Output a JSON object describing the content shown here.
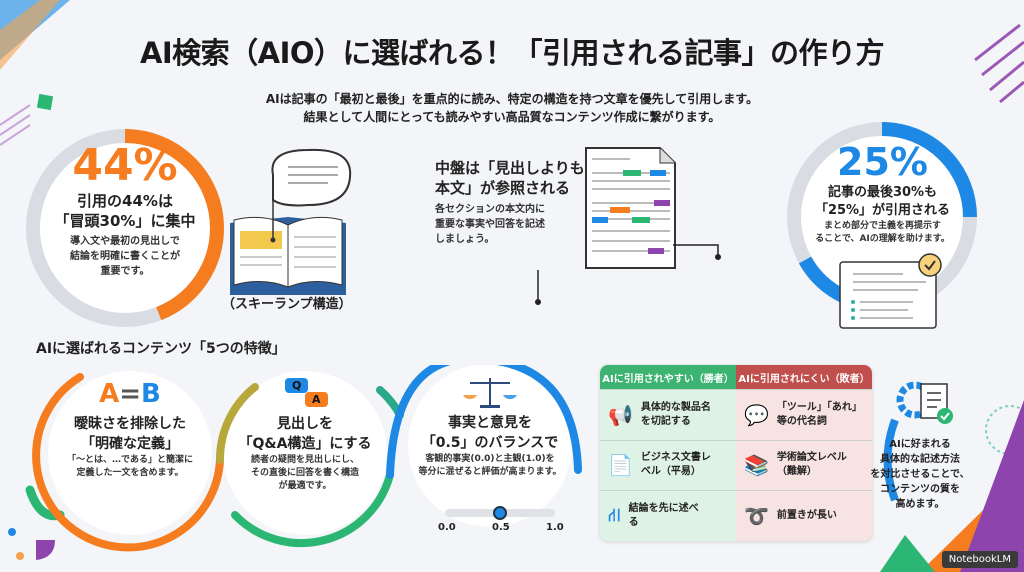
{
  "title": "AI検索（AIO）に選ばれる！「引用される記事」の作り方",
  "subtitle": [
    "AIは記事の「最初と最後」を重点的に読み、特定の構造を持つ文章を優先して引用します。",
    "結果として人間にとっても読みやすい高品質なコンテンツ作成に繋がります。"
  ],
  "left_stat": {
    "value": "44%",
    "percent": 44,
    "heading": [
      "引用の44%は",
      "「冒頭30%」に集中"
    ],
    "body": [
      "導入文や最初の見出しで",
      "結論を明確に書くことが",
      "重要です。"
    ],
    "color": "#f57c1f",
    "icon_label": "（スキーランプ構造）"
  },
  "middle": {
    "heading": [
      "中盤は「見出しよりも",
      "本文」が参照される"
    ],
    "body": [
      "各セクションの本文内に",
      "重要な事実や回答を記述",
      "しましょう。"
    ]
  },
  "right_stat": {
    "value": "25%",
    "percent": 25,
    "heading": [
      "記事の最後30%も",
      "「25%」が引用される"
    ],
    "body": [
      "まとめ部分で主義を再提示す",
      "ることで、AIの理解を助けます。"
    ],
    "color": "#1e88e5"
  },
  "section_title": "AIに選ばれるコンテンツ「5つの特徴」",
  "features": [
    {
      "icon_text": [
        "A",
        "=",
        "B"
      ],
      "heading": [
        "曖昧さを排除した",
        "「明確な定義」"
      ],
      "body": [
        "「〜とは、…である」と簡潔に",
        "定義した一文を含めます。"
      ]
    },
    {
      "icon_text": [
        "Q",
        "A"
      ],
      "heading": [
        "見出しを",
        "「Q&A構造」にする"
      ],
      "body": [
        "読者の疑問を見出しにし、",
        "その直後に回答を書く構造",
        "が最適です。"
      ]
    },
    {
      "heading": [
        "事実と意見を",
        "「0.5」のバランスで"
      ],
      "body": [
        "客観的事実(0.0)と主観(1.0)を",
        "等分に混ぜると評価が高まります。"
      ],
      "slider": {
        "min": "0.0",
        "value": "0.5",
        "max": "1.0",
        "fraction": 0.5
      }
    }
  ],
  "comparison": {
    "win_header": "AIに引用されやすい（勝者）",
    "lose_header": "AIに引用されにくい（敗者）",
    "win": [
      "具体的な製品名を切記する",
      "ビジネス文書レベル（平易）",
      "結論を先に述べる"
    ],
    "lose": [
      "「ツール」「あれ」等の代名詞",
      "学術論文レベル（難解）",
      "前置きが長い"
    ],
    "win_color": "#3cb371",
    "lose_color": "#c0504d"
  },
  "side_note": [
    "AIに好まれる",
    "具体的な記述方法",
    "を対比させることで、",
    "コンテンツの質を",
    "高めます。"
  ],
  "badge": "NotebookLM"
}
